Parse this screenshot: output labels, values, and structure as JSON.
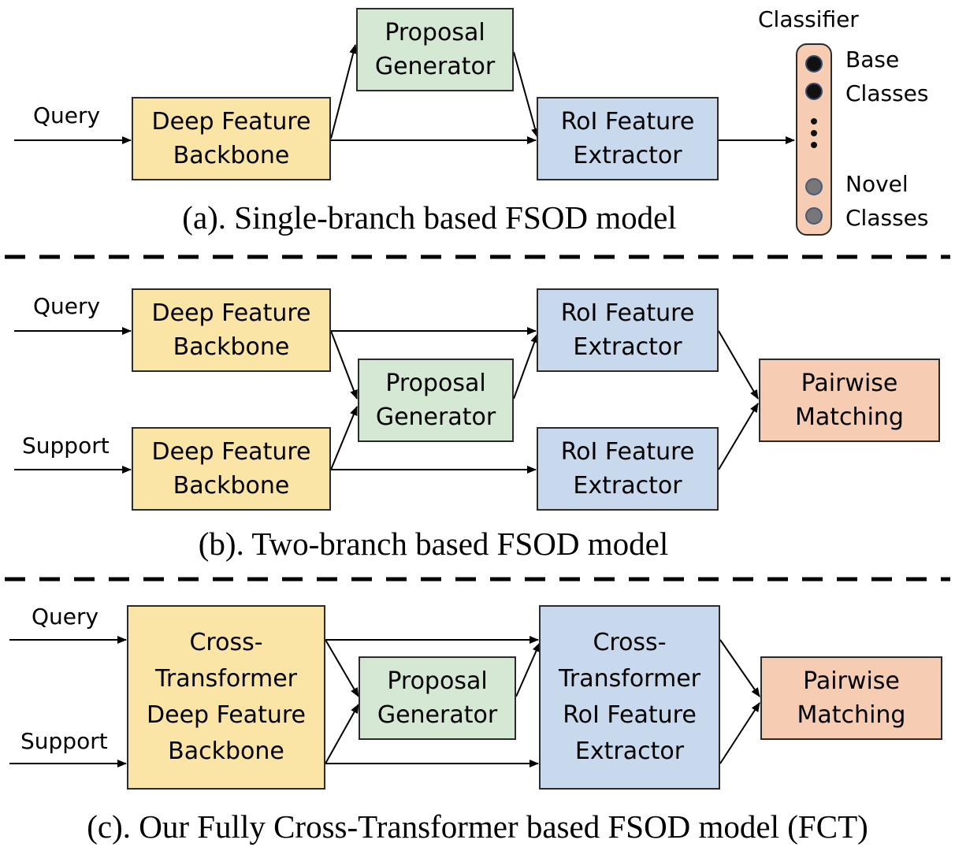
{
  "panel_a": {
    "query_label": "Query",
    "backbone": "Deep Feature\nBackbone",
    "proposal": "Proposal\nGenerator",
    "roi": "RoI Feature\nExtractor",
    "classifier_title": "Classifier",
    "base_classes": "Base\nClasses",
    "novel_classes": "Novel\nClasses",
    "caption": "(a). Single-branch based FSOD model"
  },
  "panel_b": {
    "query_label": "Query",
    "support_label": "Support",
    "backbone_query": "Deep Feature\nBackbone",
    "backbone_support": "Deep Feature\nBackbone",
    "proposal": "Proposal\nGenerator",
    "roi_query": "RoI Feature\nExtractor",
    "roi_support": "RoI Feature\nExtractor",
    "matching": "Pairwise\nMatching",
    "caption": "(b). Two-branch based FSOD model"
  },
  "panel_c": {
    "query_label": "Query",
    "support_label": "Support",
    "backbone": "Cross-\nTransformer\nDeep Feature\nBackbone",
    "proposal": "Proposal\nGenerator",
    "roi": "Cross-\nTransformer\nRoI Feature\nExtractor",
    "matching": "Pairwise\nMatching",
    "caption": "(c). Our Fully Cross-Transformer based FSOD model (FCT)"
  },
  "colors": {
    "backbone": "#fbe5a6",
    "proposal": "#d5e8d4",
    "roi": "#c8d9ee",
    "matching": "#f6cdb2"
  }
}
